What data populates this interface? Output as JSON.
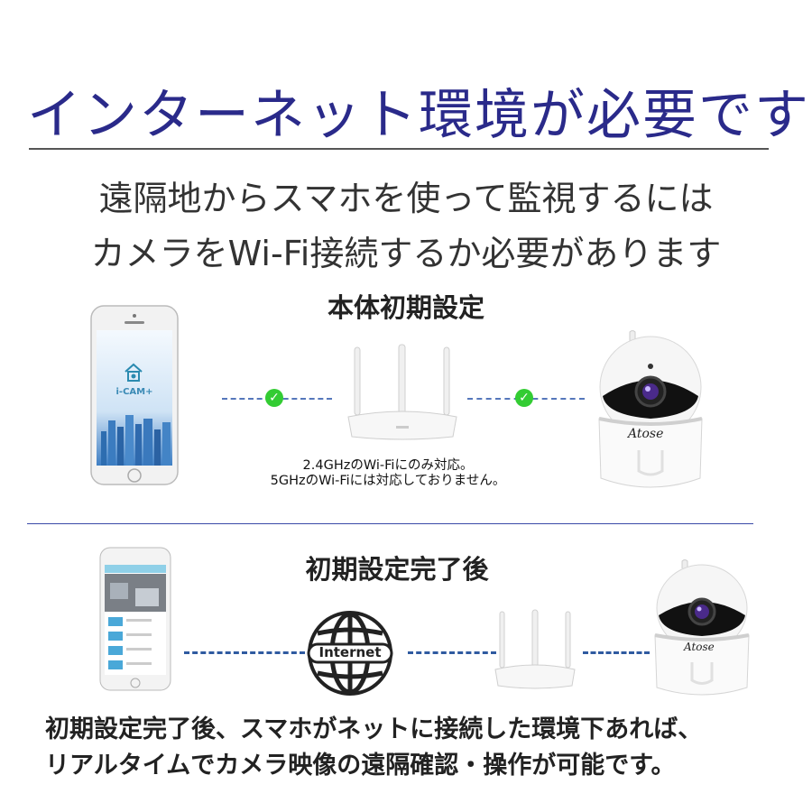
{
  "title": "インターネット環境が必要です",
  "subtitle_line1": "遠隔地からスマホを使って監視するには",
  "subtitle_line2": "カメラをWi-Fi接続するか必要があります",
  "section1": {
    "label": "本体初期設定",
    "app_name": "i-CAM+",
    "note_line1": "2.4GHzのWi-Fiにのみ対応。",
    "note_line2": "5GHzのWi-Fiには対応しておりません。",
    "check_icon": "✓"
  },
  "section2": {
    "label": "初期設定完了後",
    "globe_text": "Internet"
  },
  "camera_brand": "Atose",
  "bottom_line1": "初期設定完了後、スマホがネットに接続した環境下あれば、",
  "bottom_line2": "リアルタイムでカメラ映像の遠隔確認・操作が可能です。",
  "colors": {
    "title": "#2a2a8a",
    "check": "#33cc33",
    "dash": "#5577bb",
    "divider": "#3a4aa8"
  }
}
